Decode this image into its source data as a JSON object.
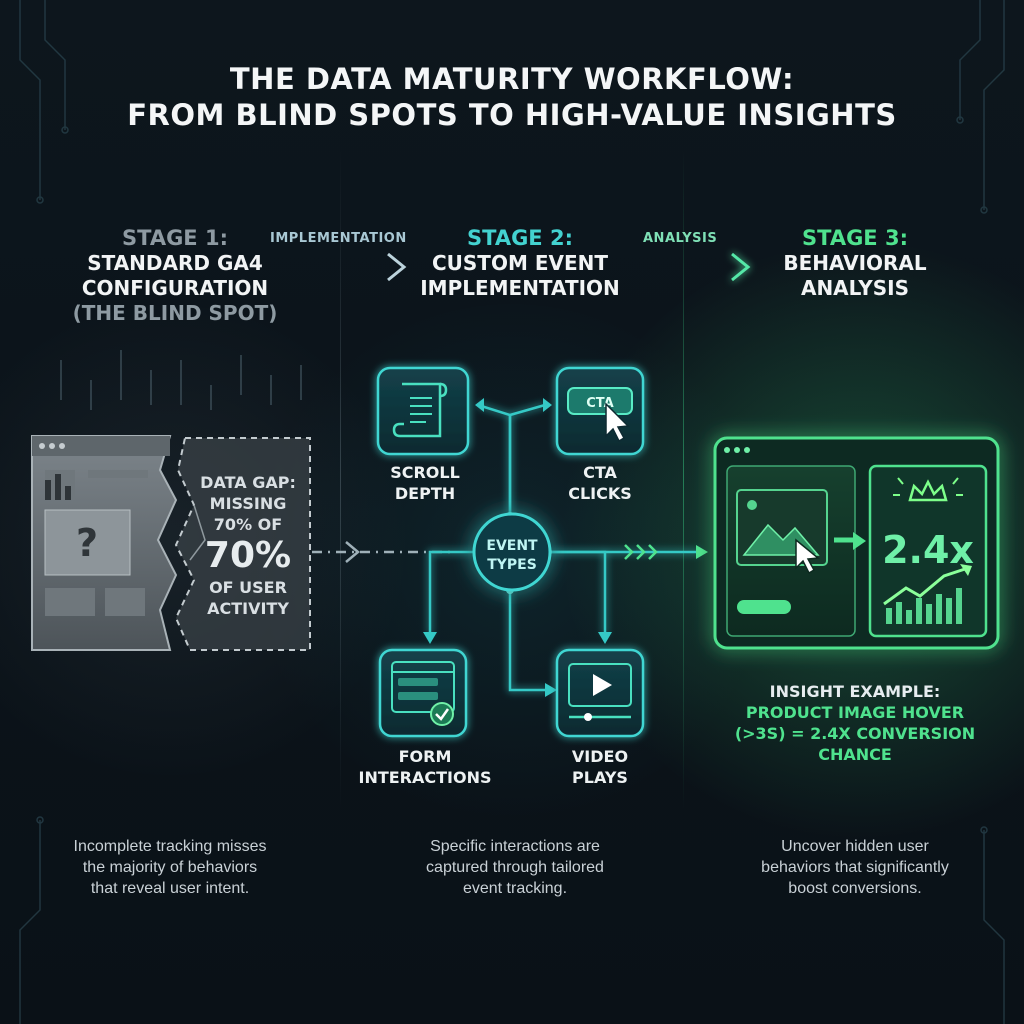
{
  "title": {
    "line1": "THE DATA MATURITY WORKFLOW:",
    "line2": "FROM BLIND SPOTS TO HIGH-VALUE INSIGHTS"
  },
  "stages": [
    {
      "number": "STAGE 1:",
      "lines": [
        "STANDARD GA4",
        "CONFIGURATION"
      ],
      "sub": "(THE BLIND SPOT)",
      "description": [
        "Incomplete tracking misses",
        "the majority of behaviors",
        "that reveal user intent."
      ]
    },
    {
      "number": "STAGE 2:",
      "lines": [
        "CUSTOM EVENT",
        "IMPLEMENTATION"
      ],
      "description": [
        "Specific interactions are",
        "captured through tailored",
        "event tracking."
      ]
    },
    {
      "number": "STAGE 3:",
      "lines": [
        "BEHAVIORAL",
        "ANALYSIS"
      ],
      "description": [
        "Uncover hidden user",
        "behaviors that significantly",
        "boost conversions."
      ]
    }
  ],
  "arrows": {
    "implementation": "IMPLEMENTATION",
    "analysis": "ANALYSIS"
  },
  "data_gap": {
    "lines": [
      "DATA GAP:",
      "MISSING",
      "70% OF"
    ],
    "big": "70%",
    "lines2": [
      "OF USER",
      "ACTIVITY"
    ]
  },
  "hub": {
    "lines": [
      "EVENT",
      "TYPES"
    ]
  },
  "event_types": {
    "scroll": [
      "SCROLL",
      "DEPTH"
    ],
    "cta": [
      "CTA",
      "CLICKS"
    ],
    "cta_button": "CTA",
    "form": [
      "FORM",
      "INTERACTIONS"
    ],
    "video": [
      "VIDEO",
      "PLAYS"
    ]
  },
  "insight": {
    "metric": "2.4x",
    "label": "INSIGHT EXAMPLE:",
    "text": [
      "PRODUCT IMAGE HOVER",
      "(>3S) = 2.4X CONVERSION",
      "CHANCE"
    ]
  },
  "colors": {
    "stage1": "#8e9aa2",
    "stage2": "#43d2d0",
    "stage3": "#4fe28e",
    "background": "#0b1218"
  }
}
